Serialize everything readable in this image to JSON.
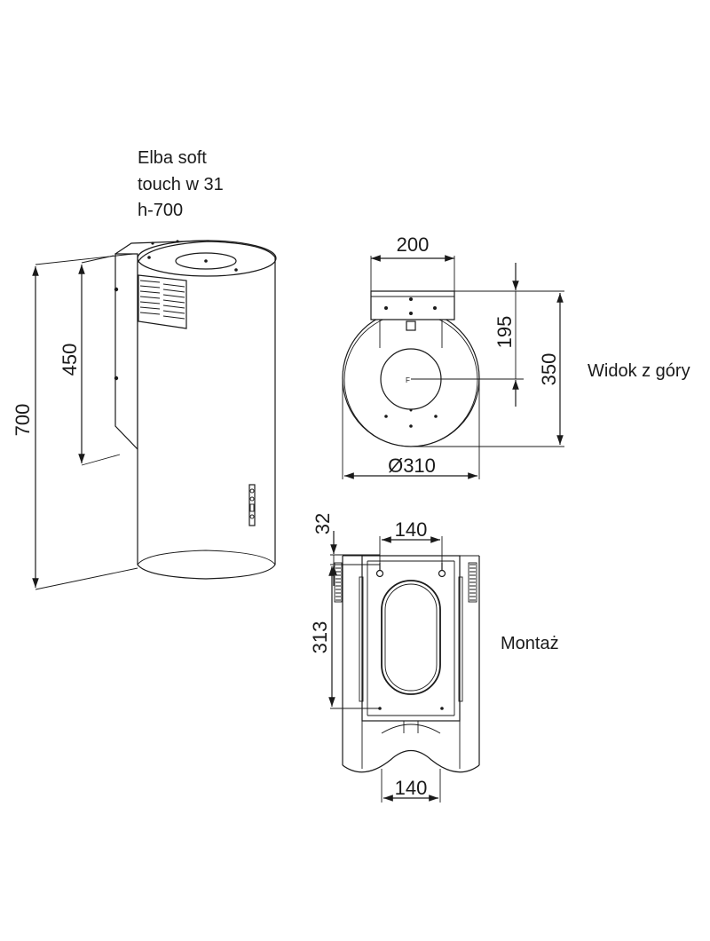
{
  "title_lines": [
    "Elba soft",
    "touch w 31",
    "h-700"
  ],
  "side_view": {
    "height_total": "700",
    "height_bracket": "450"
  },
  "top_view": {
    "caption": "Widok z góry",
    "width_bracket": "200",
    "depth_bracket": "195",
    "depth_total": "350",
    "diameter": "Ø310",
    "center_mark": "F"
  },
  "mount_view": {
    "caption": "Montaż",
    "offset_top": "32",
    "width_top": "140",
    "height_holes": "313",
    "width_bottom": "140"
  }
}
